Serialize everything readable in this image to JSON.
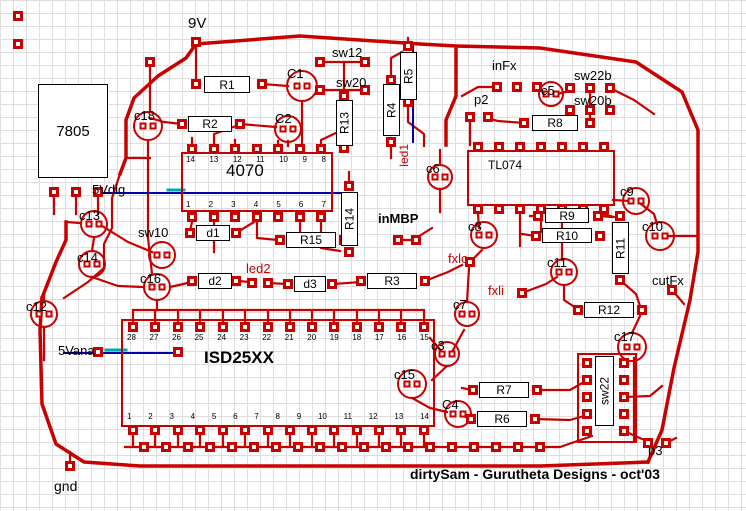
{
  "labels": {
    "v9": "9V",
    "sw12": "sw12",
    "sw20": "sw20",
    "r5": "R5",
    "infx": "inFx",
    "c5": "c5",
    "sw22b": "sw22b",
    "sw20b": "sw20b",
    "r1": "R1",
    "c1": "C1",
    "r2": "R2",
    "c2": "C2",
    "r13": "R13",
    "r4": "R4",
    "p2": "p2",
    "r8": "R8",
    "u7805": "7805",
    "c18": "c18",
    "u4070": "4070",
    "led1": "led1",
    "c6": "c6",
    "utl074": "TL074",
    "c9": "c9",
    "v5dig": "5Vdig",
    "c13": "c13",
    "sw10": "sw10",
    "c14": "c14",
    "d1": "d1",
    "r15": "R15",
    "r14": "R14",
    "inmbp": "inMBP",
    "c8": "c8",
    "r9": "R9",
    "r10": "R10",
    "r11": "R11",
    "c10": "c10",
    "c16": "c16",
    "d2": "d2",
    "led2": "led2",
    "d3": "d3",
    "r3": "R3",
    "fxlo": "fxlo",
    "c11": "c11",
    "cutfx": "cutFx",
    "c12": "c12",
    "fxli": "fxli",
    "r12": "R12",
    "c17": "c17",
    "c7": "c7",
    "v5ana": "5Vana",
    "isd": "ISD25XX",
    "c3": "c3",
    "c15": "c15",
    "c4": "C4",
    "r7": "R7",
    "r6": "R6",
    "sw22": "sw22",
    "p3": "p3",
    "gnd": "gnd"
  },
  "pins": {
    "u4070_top": [
      "14",
      "13",
      "12",
      "11",
      "10",
      "9",
      "8"
    ],
    "u4070_bottom": [
      "1",
      "2",
      "3",
      "4",
      "5",
      "6",
      "7"
    ],
    "isd_top": [
      "28",
      "27",
      "26",
      "25",
      "24",
      "23",
      "22",
      "21",
      "20",
      "19",
      "18",
      "17",
      "16",
      "15"
    ],
    "isd_bottom": [
      "1",
      "2",
      "3",
      "4",
      "5",
      "6",
      "7",
      "8",
      "9",
      "10",
      "11",
      "12",
      "13",
      "14"
    ]
  },
  "credit": "dirtySam - Gurutheta Designs - oct'03",
  "colors": {
    "trace": "#c80000",
    "blue_trace": "#0000aa",
    "teal_trace": "#00aaaa",
    "blue_text": "#0000cc",
    "red_text": "#cc0000"
  }
}
